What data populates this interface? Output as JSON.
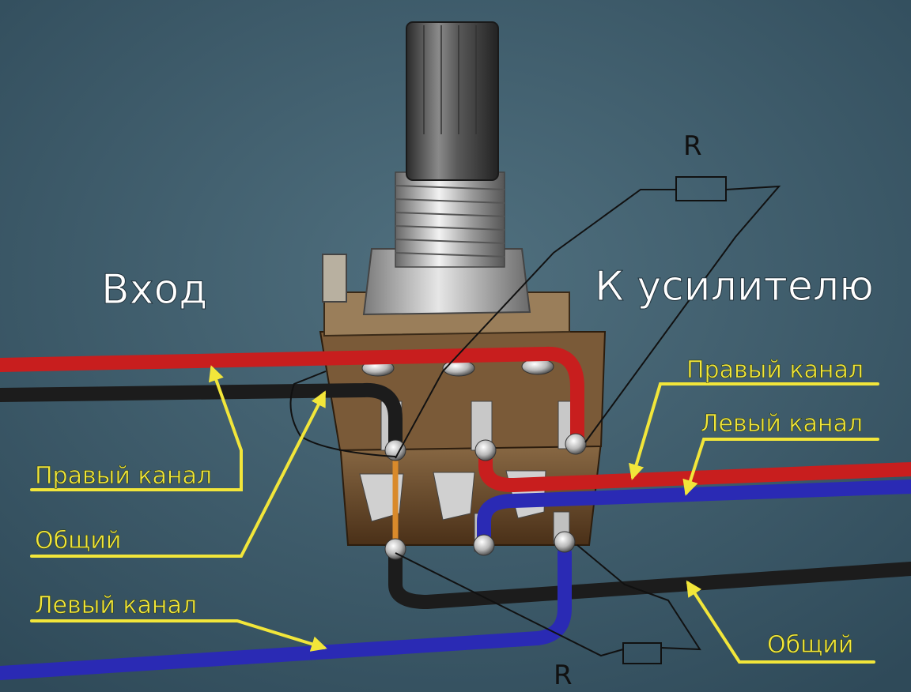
{
  "titles": {
    "input": "Вход",
    "to_amp": "К усилителю"
  },
  "labels": {
    "left_right_channel": "Правый канал",
    "left_common": "Общий",
    "left_left_channel": "Левый канал",
    "right_right_channel": "Правый канал",
    "right_left_channel": "Левый канал",
    "right_common": "Общий"
  },
  "resistors": {
    "top": "R",
    "bottom": "R"
  },
  "colors": {
    "background": "#3d5a6c",
    "wire_red": "#c81e1e",
    "wire_black": "#1c1c1c",
    "wire_blue": "#2a2ab4",
    "wire_orange": "#d98a2b",
    "annotation_yellow": "#f2e63a",
    "pot_body": "#6b4a2a",
    "metal": "#b9b9b9"
  }
}
